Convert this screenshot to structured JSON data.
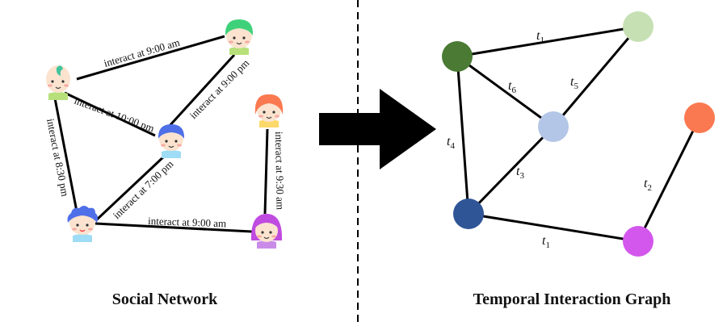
{
  "left_panel": {
    "caption": "Social Network",
    "edges": [
      {
        "label": "interact at 9:00 am"
      },
      {
        "label": "interact at 9:00 pm"
      },
      {
        "label": "interact at 10:00 pm"
      },
      {
        "label": "interact at 8:30 pm"
      },
      {
        "label": "interact at 7:00 pm"
      },
      {
        "label": "interact at 9:30 am"
      },
      {
        "label": "interact at 9:00 am"
      }
    ]
  },
  "right_panel": {
    "caption": "Temporal Interaction Graph",
    "node_colors": {
      "dark_green": "#4a7a33",
      "light_green": "#c6e0b4",
      "light_blue": "#b4c6e7",
      "orange": "#fb7950",
      "navy": "#2f5597",
      "magenta": "#d357ec"
    },
    "edges": [
      {
        "symbol": "t",
        "sub": "1"
      },
      {
        "symbol": "t",
        "sub": "6"
      },
      {
        "symbol": "t",
        "sub": "5"
      },
      {
        "symbol": "t",
        "sub": "4"
      },
      {
        "symbol": "t",
        "sub": "3"
      },
      {
        "symbol": "t",
        "sub": "2"
      },
      {
        "symbol": "t",
        "sub": "1"
      }
    ]
  }
}
